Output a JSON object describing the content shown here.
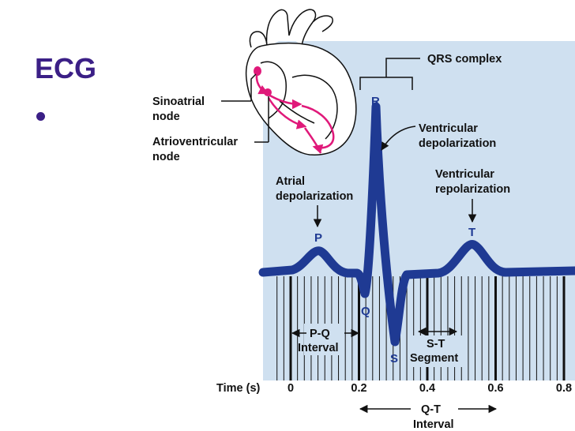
{
  "slide": {
    "title": "ECG",
    "bullet_marker": "bullet-dot"
  },
  "colors": {
    "title": "#3b1f86",
    "panel": "#cfe0f0",
    "trace": "#1f3a93",
    "conduction_path": "#e0197a"
  },
  "heart_labels": {
    "sa_node_line1": "Sinoatrial",
    "sa_node_line2": "node",
    "av_node_line1": "Atrioventricular",
    "av_node_line2": "node"
  },
  "qrs": {
    "label": "QRS complex"
  },
  "wave_labels": {
    "p": "P",
    "q": "Q",
    "r": "R",
    "s": "S",
    "t": "T"
  },
  "annotations": {
    "atrial_line1": "Atrial",
    "atrial_line2": "depolarization",
    "ventricular_dep_line1": "Ventricular",
    "ventricular_dep_line2": "depolarization",
    "ventricular_rep_line1": "Ventricular",
    "ventricular_rep_line2": "repolarization",
    "pq_line1": "P-Q",
    "pq_line2": "Interval",
    "st_line1": "S-T",
    "st_line2": "Segment",
    "qt_line1": "Q-T",
    "qt_line2": "Interval"
  },
  "time_axis": {
    "label": "Time (s)",
    "ticks": [
      "0",
      "0.2",
      "0.4",
      "0.6",
      "0.8"
    ]
  }
}
